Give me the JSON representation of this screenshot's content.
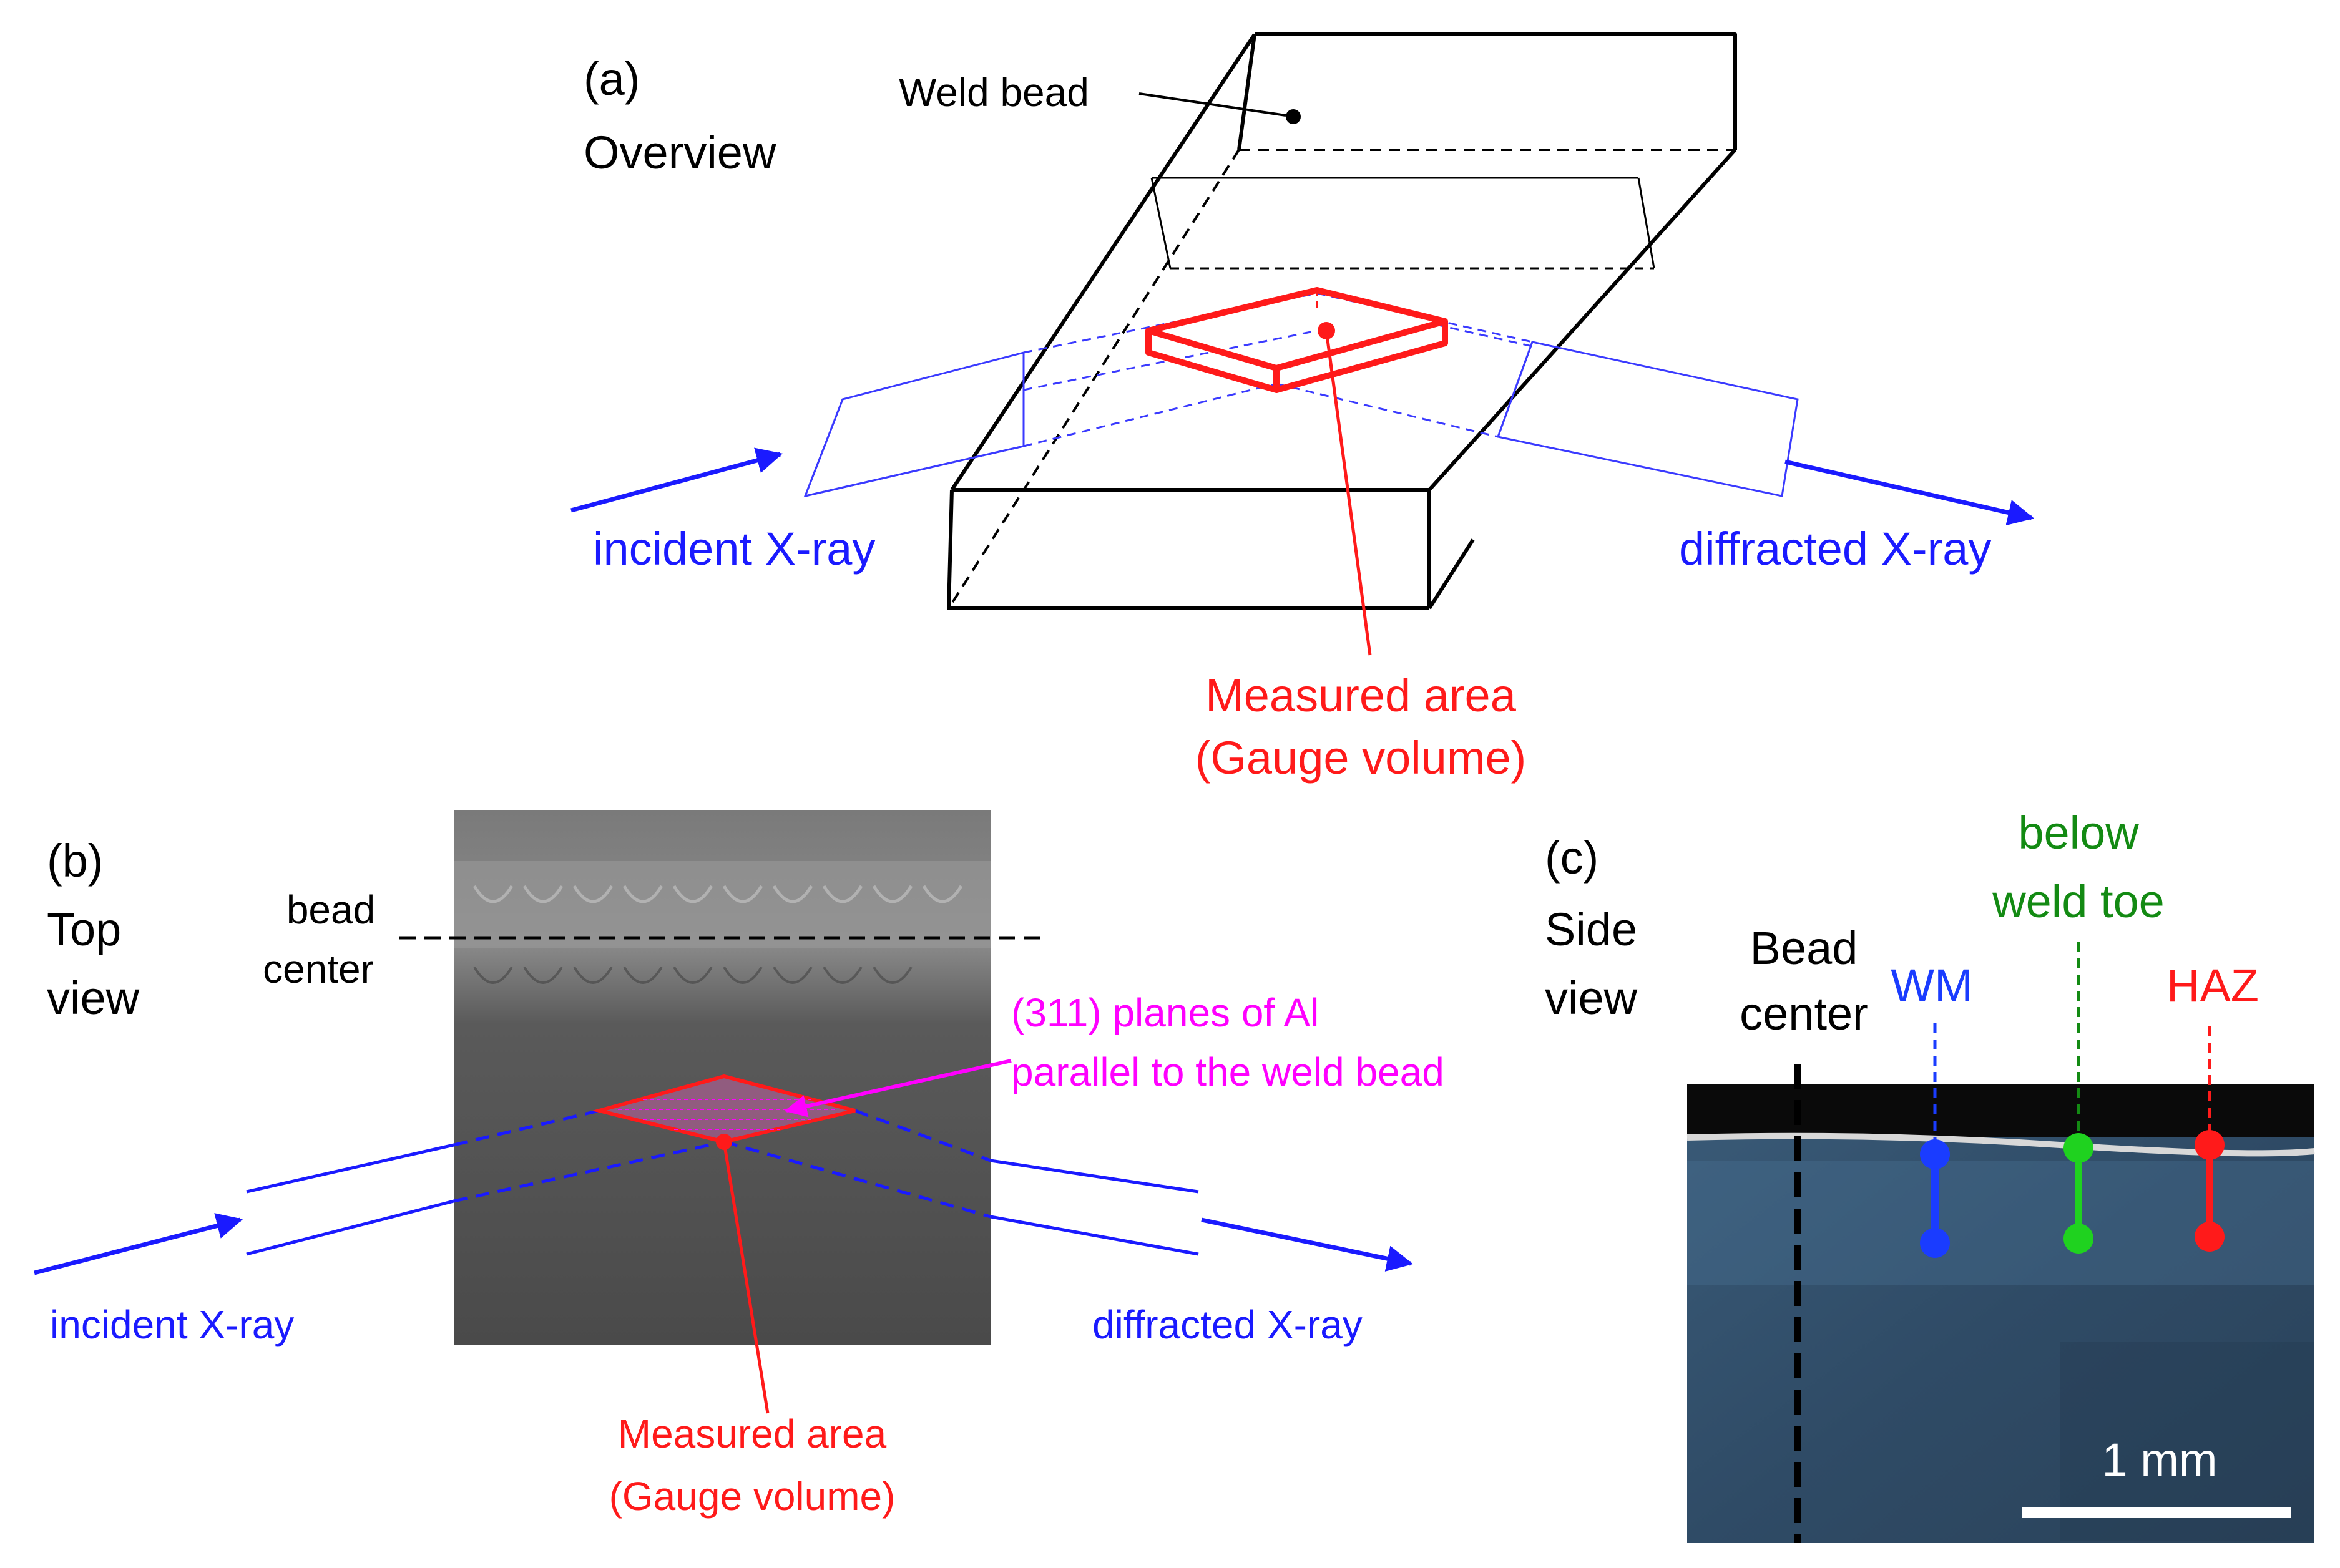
{
  "panel_a": {
    "letter": "(a)",
    "title": "Overview",
    "weld_bead": "Weld bead",
    "incident": "incident X-ray",
    "diffracted": "diffracted X-ray",
    "measured_line1": "Measured area",
    "measured_line2": "(Gauge volume)"
  },
  "panel_b": {
    "letter": "(b)",
    "title_line1": "Top",
    "title_line2": "view",
    "bead_line1": "bead",
    "bead_line2": "center",
    "planes_line1": "(311) planes of Al",
    "planes_line2": "parallel to the weld bead",
    "incident": "incident X-ray",
    "diffracted": "diffracted X-ray",
    "measured_line1": "Measured area",
    "measured_line2": "(Gauge volume)"
  },
  "panel_c": {
    "letter": "(c)",
    "title_line1": "Side",
    "title_line2": "view",
    "bead_line1": "Bead",
    "bead_line2": "center",
    "wm": "WM",
    "below_line1": "below",
    "below_line2": "weld toe",
    "haz": "HAZ",
    "scale": "1 mm"
  },
  "colors": {
    "xray": "#1a1aff",
    "gauge": "#ff1a1a",
    "planes": "#ff00ff",
    "wm": "#1a3cff",
    "toe": "#1fd21f",
    "toe_text": "#138a13",
    "haz": "#ff1a1a"
  }
}
